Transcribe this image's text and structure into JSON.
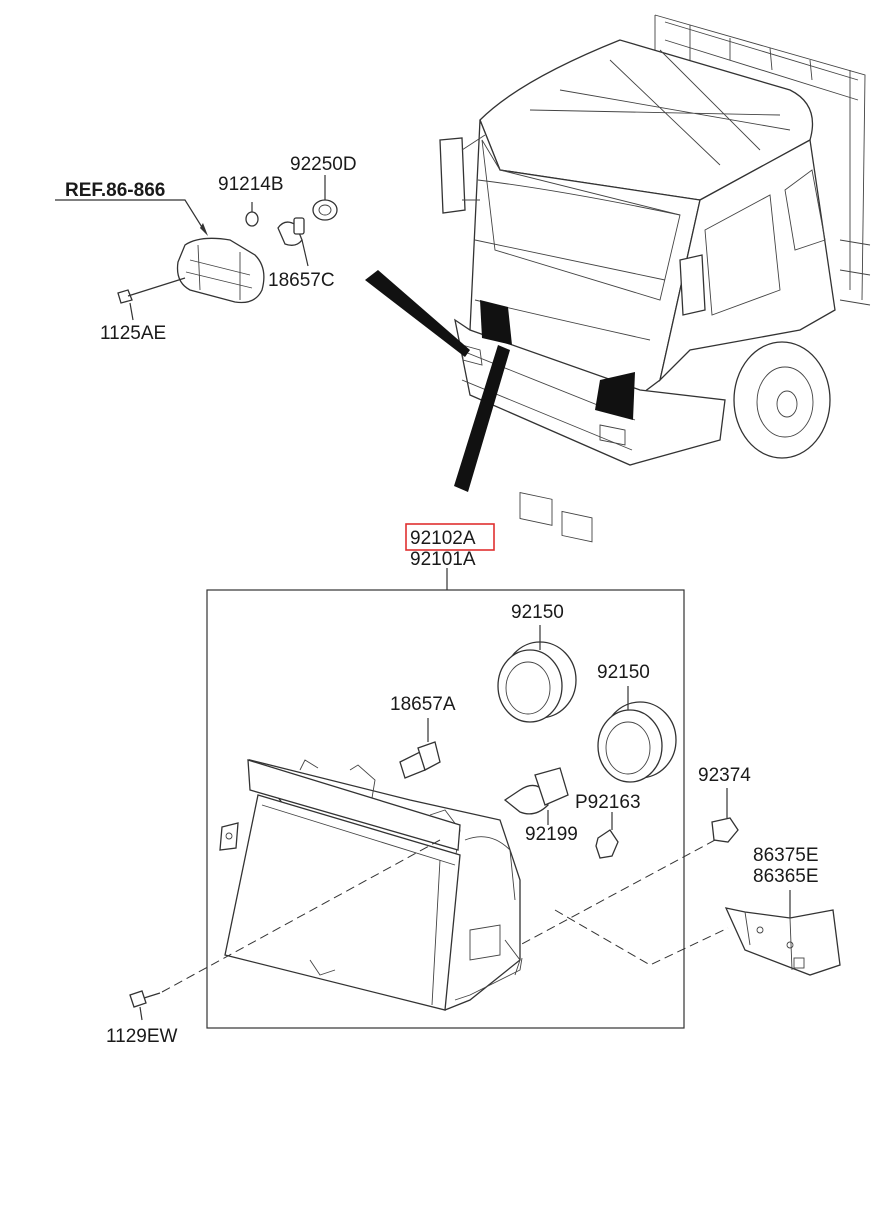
{
  "labels": {
    "ref": "REF.86-866",
    "p91214B": "91214B",
    "p92250D": "92250D",
    "p18657C": "18657C",
    "p1125AE": "1125AE",
    "p92102A": "92102A",
    "p92101A": "92101A",
    "p92150_a": "92150",
    "p92150_b": "92150",
    "p18657A": "18657A",
    "p92199": "92199",
    "pP92163": "P92163",
    "p92374": "92374",
    "p86375E": "86375E",
    "p86365E": "86365E",
    "p1129EW": "1129EW"
  },
  "colors": {
    "line": "#333333",
    "highlight_box": "#e03030",
    "fill_dark": "#111111"
  }
}
